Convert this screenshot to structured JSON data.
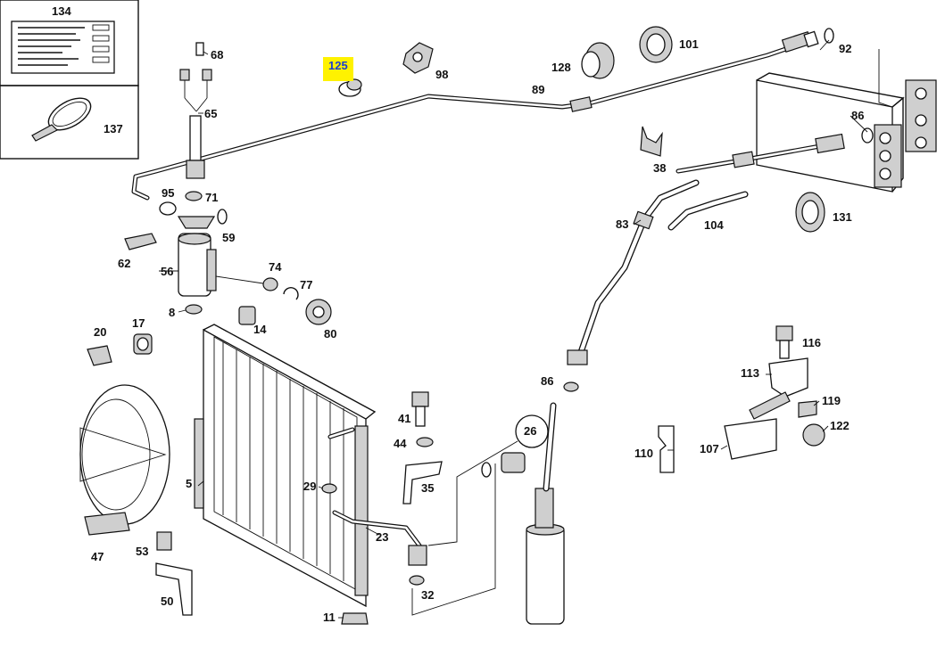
{
  "diagram": {
    "highlight_color": "#fff200",
    "highlight_text_color": "#1a3fd0",
    "callouts": [
      {
        "id": "134",
        "text": "134"
      },
      {
        "id": "137",
        "text": "137"
      },
      {
        "id": "68",
        "text": "68"
      },
      {
        "id": "65",
        "text": "65"
      },
      {
        "id": "125",
        "text": "125",
        "highlighted": true
      },
      {
        "id": "98",
        "text": "98"
      },
      {
        "id": "89",
        "text": "89"
      },
      {
        "id": "128",
        "text": "128"
      },
      {
        "id": "101",
        "text": "101"
      },
      {
        "id": "92",
        "text": "92"
      },
      {
        "id": "86a",
        "text": "86"
      },
      {
        "id": "38",
        "text": "38"
      },
      {
        "id": "95",
        "text": "95"
      },
      {
        "id": "71",
        "text": "71"
      },
      {
        "id": "59",
        "text": "59"
      },
      {
        "id": "62",
        "text": "62"
      },
      {
        "id": "83",
        "text": "83"
      },
      {
        "id": "104",
        "text": "104"
      },
      {
        "id": "131",
        "text": "131"
      },
      {
        "id": "56",
        "text": "56"
      },
      {
        "id": "74",
        "text": "74"
      },
      {
        "id": "77",
        "text": "77"
      },
      {
        "id": "8",
        "text": "8"
      },
      {
        "id": "14",
        "text": "14"
      },
      {
        "id": "80",
        "text": "80"
      },
      {
        "id": "20",
        "text": "20"
      },
      {
        "id": "17",
        "text": "17"
      },
      {
        "id": "116",
        "text": "116"
      },
      {
        "id": "113",
        "text": "113"
      },
      {
        "id": "119",
        "text": "119"
      },
      {
        "id": "122",
        "text": "122"
      },
      {
        "id": "86b",
        "text": "86"
      },
      {
        "id": "41",
        "text": "41"
      },
      {
        "id": "26",
        "text": "26"
      },
      {
        "id": "44",
        "text": "44"
      },
      {
        "id": "110",
        "text": "110"
      },
      {
        "id": "107",
        "text": "107"
      },
      {
        "id": "35",
        "text": "35"
      },
      {
        "id": "5",
        "text": "5"
      },
      {
        "id": "29",
        "text": "29"
      },
      {
        "id": "23",
        "text": "23"
      },
      {
        "id": "47",
        "text": "47"
      },
      {
        "id": "53",
        "text": "53"
      },
      {
        "id": "32",
        "text": "32"
      },
      {
        "id": "50",
        "text": "50"
      },
      {
        "id": "11",
        "text": "11"
      }
    ]
  }
}
